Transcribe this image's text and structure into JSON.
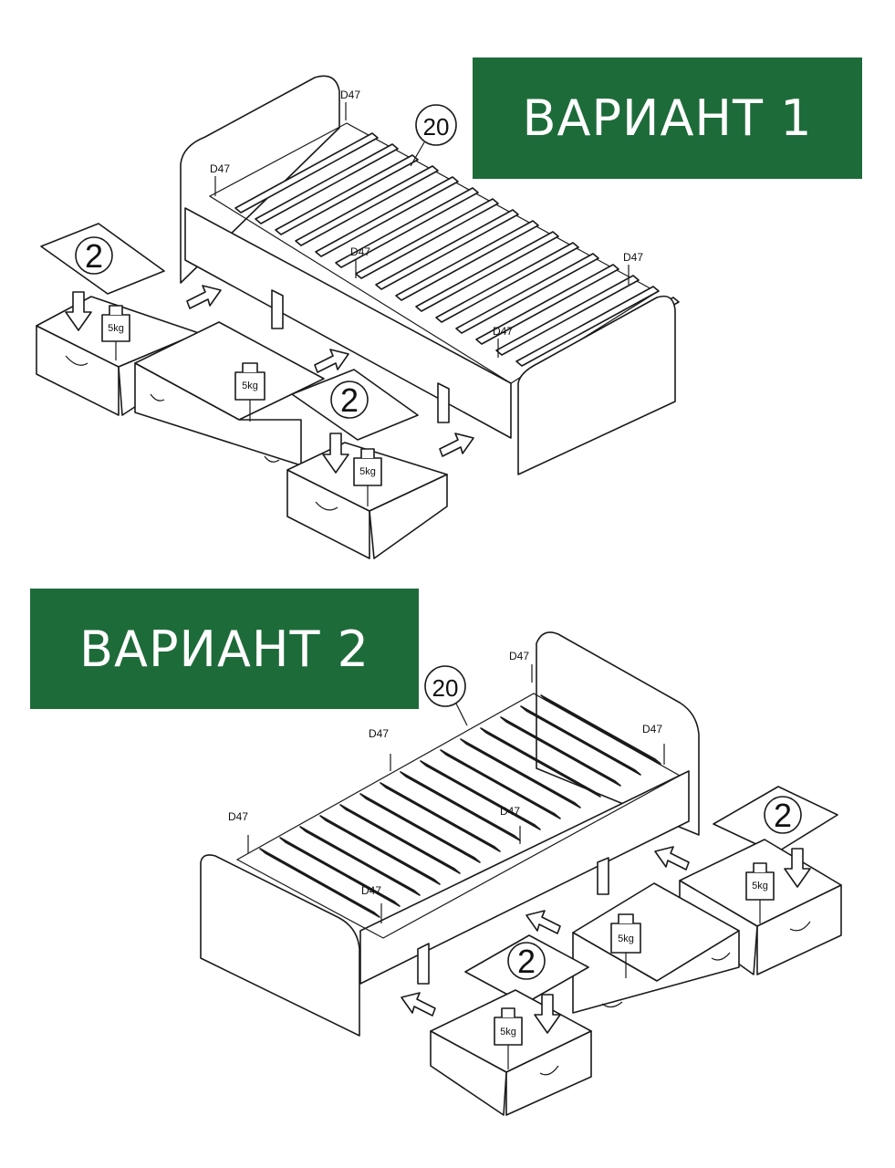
{
  "variant1": {
    "title": "ВАРИАНТ 1",
    "part_callout": "20",
    "shelf_label": "2",
    "dowel_label": "D47",
    "weight_label": "5kg"
  },
  "variant2": {
    "title": "ВАРИАНТ 2",
    "part_callout": "20",
    "shelf_label": "2",
    "dowel_label": "D47",
    "weight_label": "5kg"
  },
  "colors": {
    "banner": "#1e6b3a",
    "banner_text": "#ffffff",
    "line": "#1a1a1a"
  }
}
